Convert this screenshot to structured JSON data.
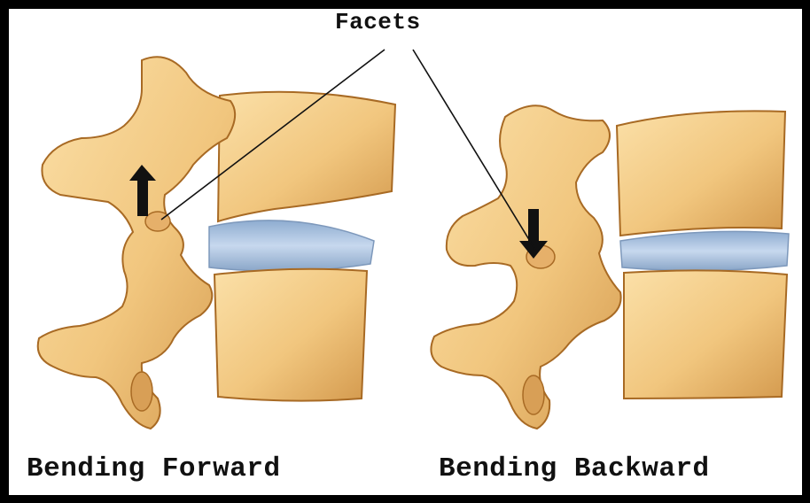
{
  "labels": {
    "title": "Facets",
    "left_caption": "Bending Forward",
    "right_caption": "Bending Backward"
  },
  "colors": {
    "frame": "#000000",
    "background": "#ffffff",
    "bone_fill": "#f1c67e",
    "bone_shadow": "#c88a3e",
    "bone_outline": "#a86a24",
    "disc_fill": "#a9c3e0",
    "arrow": "#111111"
  },
  "illustrations": [
    {
      "name": "forward-bending-spine",
      "arrow_direction": "up"
    },
    {
      "name": "backward-bending-spine",
      "arrow_direction": "down"
    }
  ]
}
